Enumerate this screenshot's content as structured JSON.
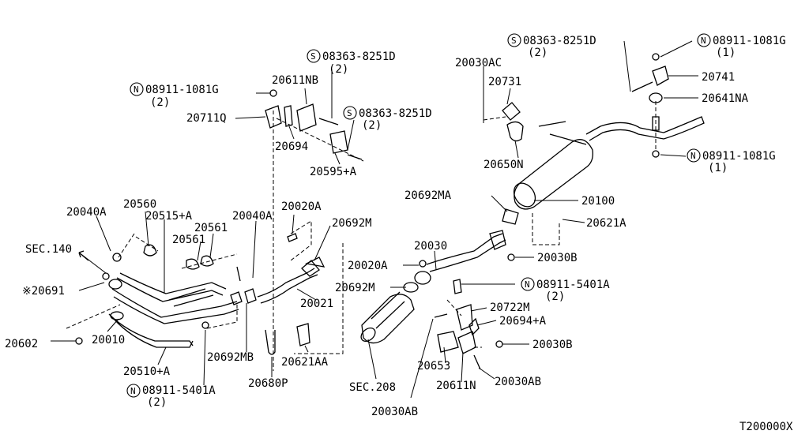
{
  "figure_code": "T200000X",
  "labels": {
    "p20040A_1": "20040A",
    "p20560": "20560",
    "p20515A": "20515+A",
    "p20561": "20561",
    "p20040A_2": "20040A",
    "sec140": "SEC.140",
    "p20691": "※20691",
    "p20602": "20602",
    "p20010": "20010",
    "p20510A": "20510+A",
    "n089115401A_1": "08911-5401A",
    "qty_n089115401A_1": "(2)",
    "p20692MB": "20692MB",
    "p20680P": "20680P",
    "p20621AA": "20621AA",
    "p20021": "20021",
    "p20020A_1": "20020A",
    "p20692M_1": "20692M",
    "n089111081G_1": "08911-1081G",
    "qty_n089111081G_1": "(2)",
    "p20711Q": "20711Q",
    "p20611NB": "20611NB",
    "s083638251D_1": "08363-8251D",
    "qty_s083638251D_1": "(2)",
    "s083638251D_2": "08363-8251D",
    "qty_s083638251D_2": "(2)",
    "p20694": "20694",
    "p20595A": "20595+A",
    "p20030AC": "20030AC",
    "p20731": "20731",
    "p20650N": "20650N",
    "s083638251D_3": "08363-8251D",
    "qty_s083638251D_3": "(2)",
    "n089111081G_2": "08911-1081G",
    "qty_n089111081G_2": "(1)",
    "p20741": "20741",
    "p20641NA": "20641NA",
    "n089111081G_3": "08911-1081G",
    "qty_n089111081G_3": "(1)",
    "p20692MA": "20692MA",
    "p20100": "20100",
    "p20621A": "20621A",
    "p20030": "20030",
    "p20030B_1": "20030B",
    "p20020A_2": "20020A",
    "p20692M_2": "20692M",
    "n089115401A_2": "08911-5401A",
    "qty_n089115401A_2": "(2)",
    "p20722M": "20722M",
    "p20694A": "20694+A",
    "p20030B_2": "20030B",
    "p20653": "20653",
    "p20611N": "20611N",
    "p20030AB_1": "20030AB",
    "sec208": "SEC.208",
    "p20030AB_2": "20030AB"
  },
  "symbols": {
    "nut": "N",
    "screw": "S"
  }
}
